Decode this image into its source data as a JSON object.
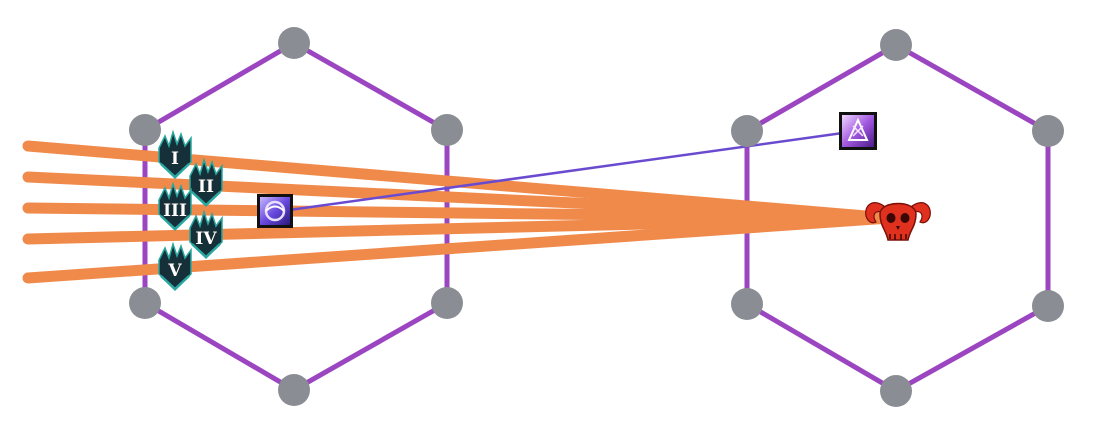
{
  "colors": {
    "hexagon_edge": "#9b45c0",
    "vertex": "#8a8d94",
    "beam": "#f08a4b",
    "tether": "#6a4bd0",
    "boss": "#e0301e",
    "marker_body": "#16303a",
    "marker_glow": "#2aa7a0"
  },
  "arenas": [
    {
      "name": "left-hexagon"
    },
    {
      "name": "right-hexagon"
    }
  ],
  "markers": [
    {
      "label": "I"
    },
    {
      "label": "II"
    },
    {
      "label": "III"
    },
    {
      "label": "IV"
    },
    {
      "label": "V"
    }
  ],
  "icons": {
    "boss": "demon-skull-icon",
    "tether_source": "purple-orb-icon",
    "tether_target": "purple-crystal-icon",
    "player_markers": "flame-marker-icon"
  }
}
